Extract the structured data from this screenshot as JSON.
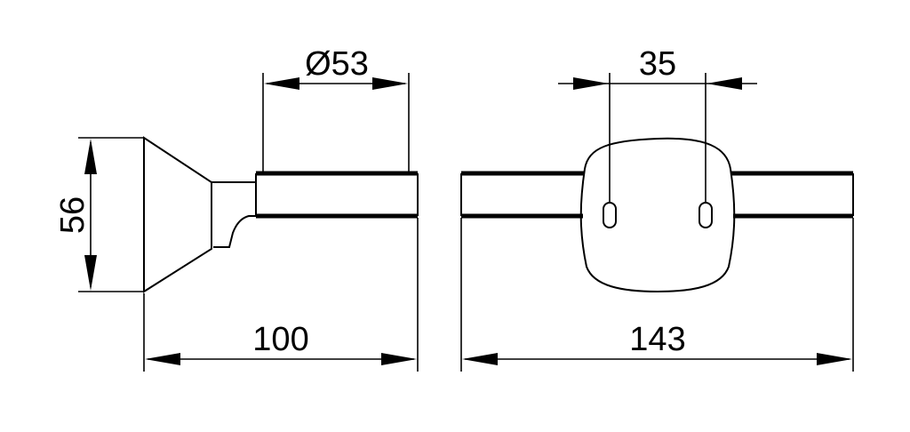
{
  "dimensions": {
    "height": "56",
    "diameter": "Ø53",
    "depth": "100",
    "hole_spacing": "35",
    "width": "143"
  },
  "colors": {
    "line": "#000000",
    "background": "#ffffff"
  }
}
